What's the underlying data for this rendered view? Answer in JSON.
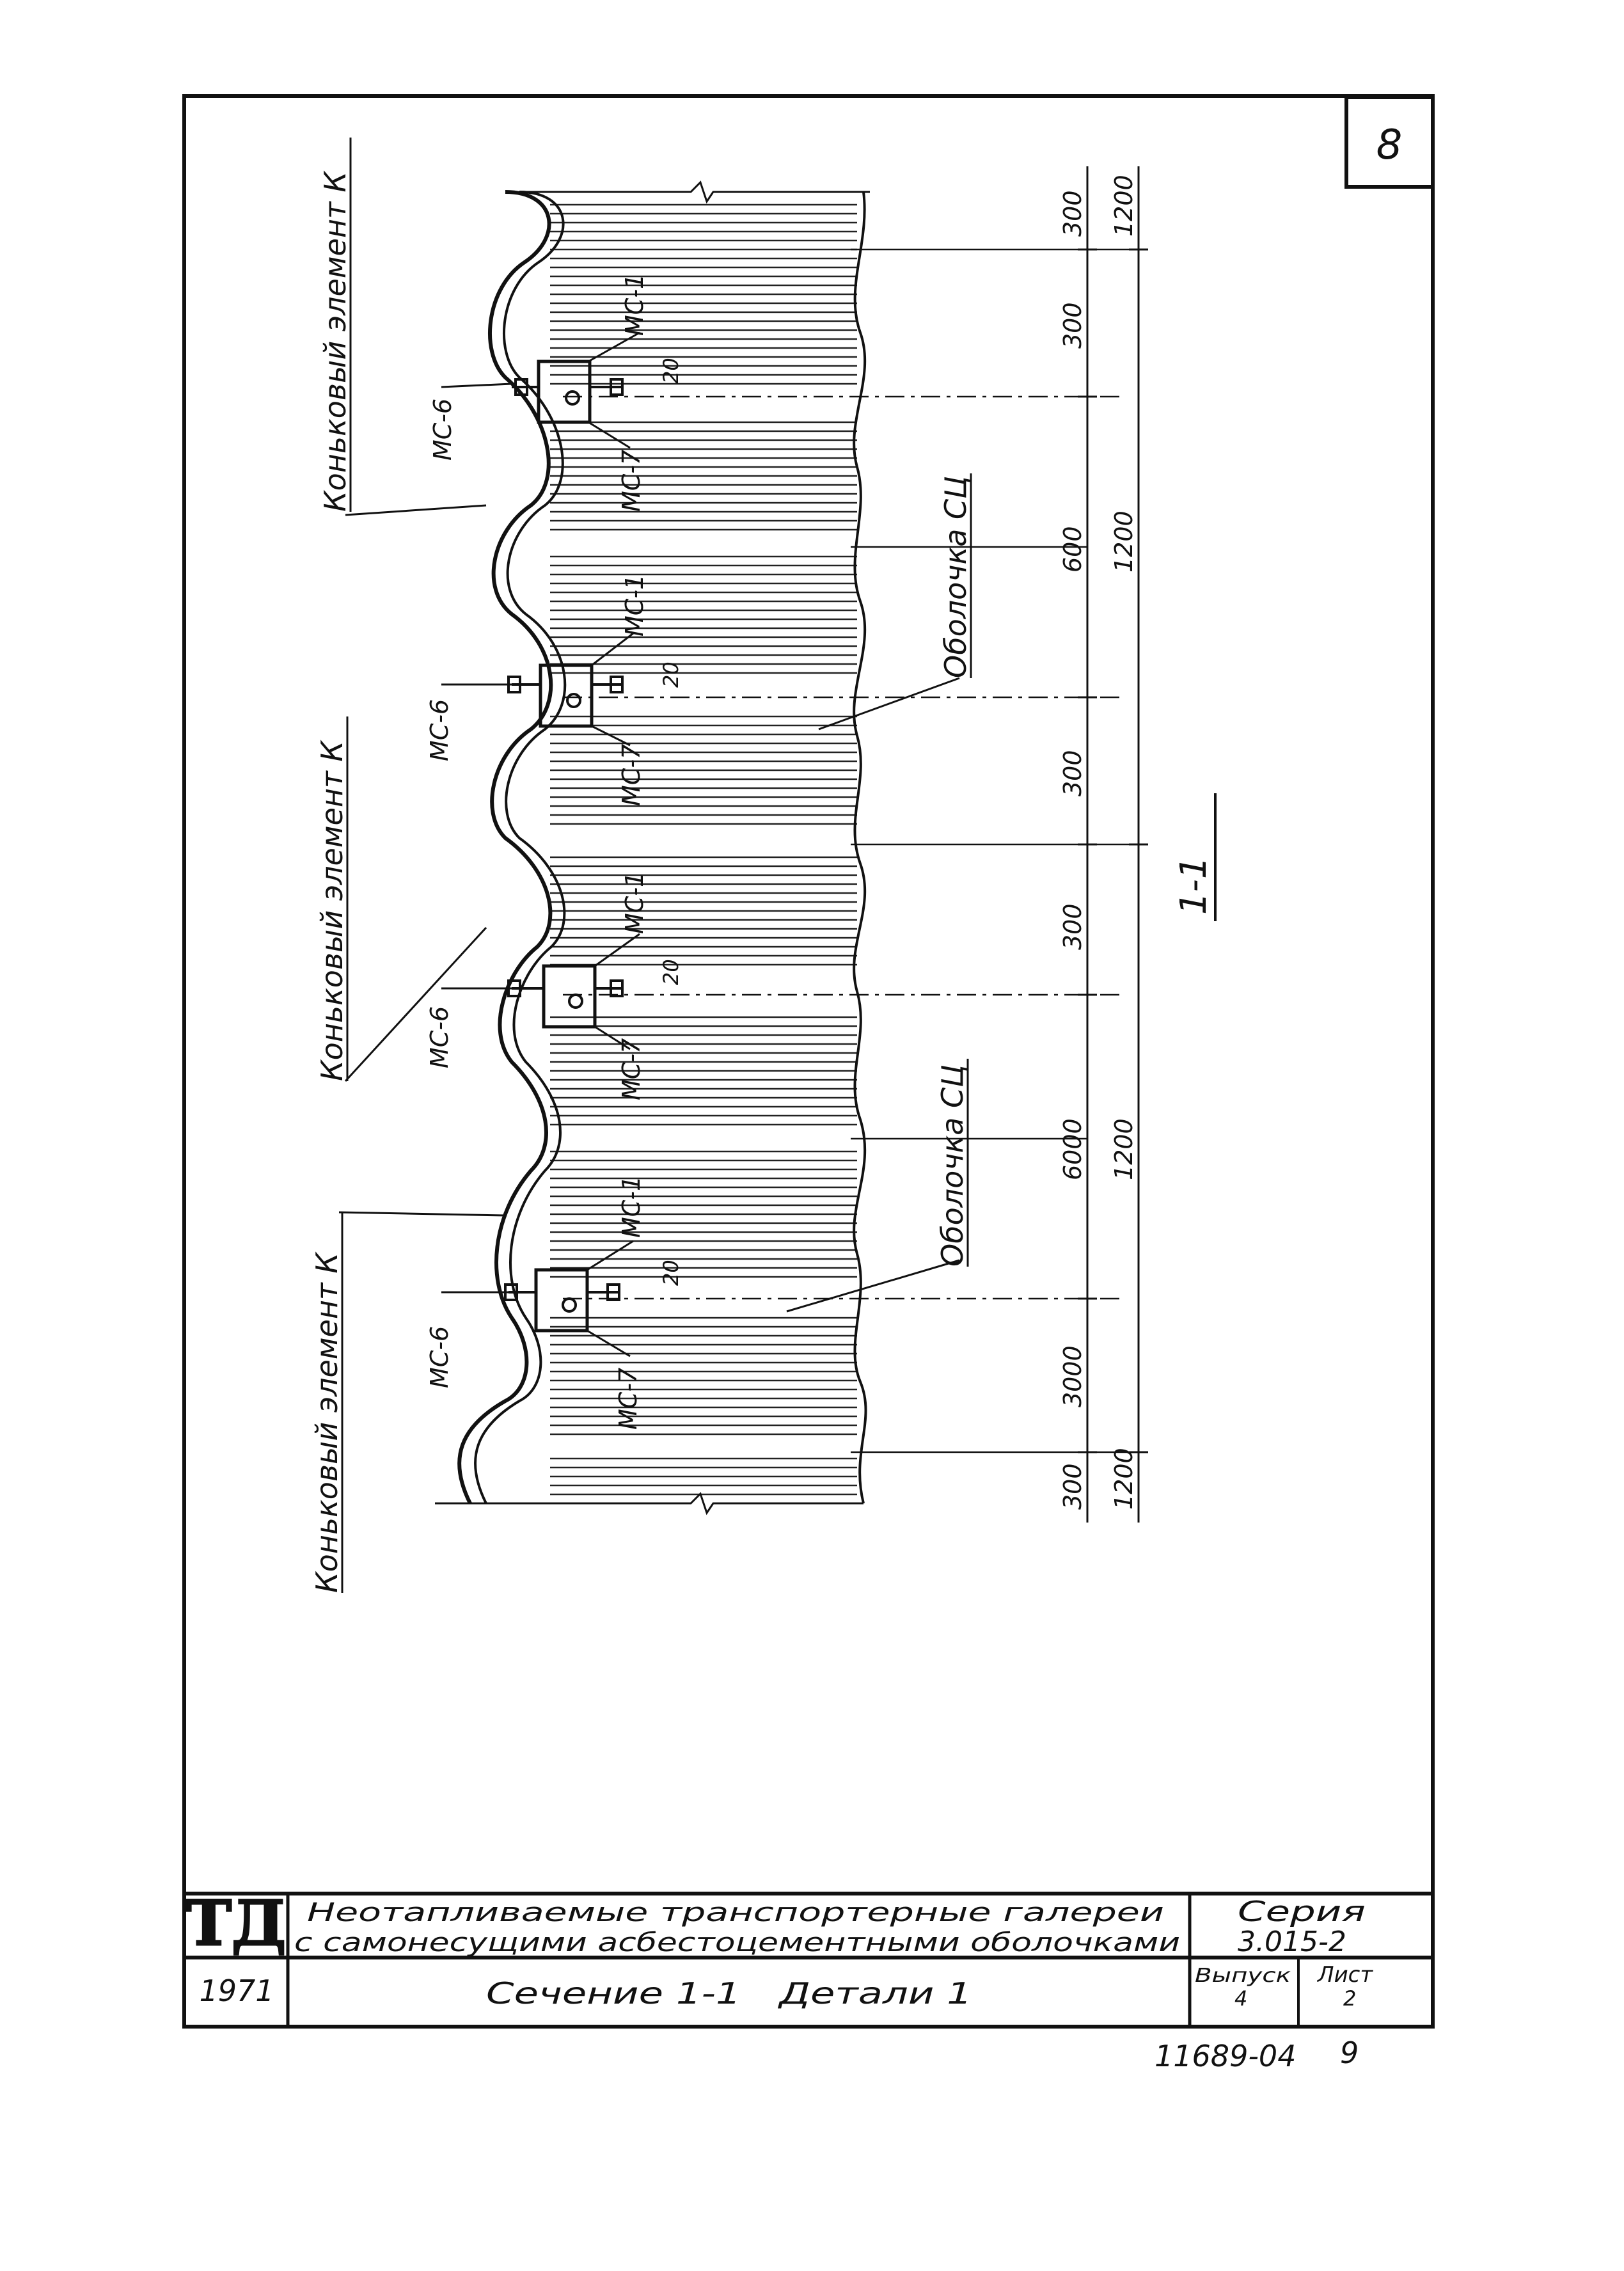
{
  "sheet": {
    "number": "8",
    "section_mark": "1-1",
    "footer_code": "11689-04",
    "footer_page": "9"
  },
  "drawing": {
    "callouts": {
      "ridge_top": "Коньковый элемент К",
      "ridge_mid": "Коньковый элемент К",
      "ridge_bottom": "Коньковый элемент К",
      "shell_1": "Оболочка СЦ",
      "shell_2": "Оболочка СЦ"
    },
    "node_labels": {
      "n1_top": "МС-1",
      "n1_bot": "МС-7",
      "n1_left": "МС-6",
      "n1_dim": "20",
      "n2_top": "МС-1",
      "n2_bot": "МС-7",
      "n2_left": "МС-6",
      "n2_dim": "20",
      "n3_top": "МС-1",
      "n3_bot": "МС-7",
      "n3_left": "МС-6",
      "n3_dim": "20",
      "n4_top": "МС-1",
      "n4_bot": "МС-7",
      "n4_left": "МС-6",
      "n4_dim": "20"
    },
    "dims_inner": [
      "300",
      "300",
      "600",
      "300",
      "300",
      "6000",
      "3000",
      "300"
    ],
    "dims_outer": [
      "1200",
      "1200",
      "1200",
      "1200"
    ]
  },
  "title_block": {
    "logo": "ТД",
    "title_line1": "Неотапливаемые транспортерные галереи",
    "title_line2": "с самонесущими асбестоцементными оболочками",
    "series_label": "Серия",
    "series_value": "3.015-2",
    "year": "1971",
    "subtitle": "Сечение 1-1   Детали 1",
    "issue_label": "Выпуск",
    "issue_value": "4",
    "sheet_label": "Лист",
    "sheet_value": "2"
  }
}
